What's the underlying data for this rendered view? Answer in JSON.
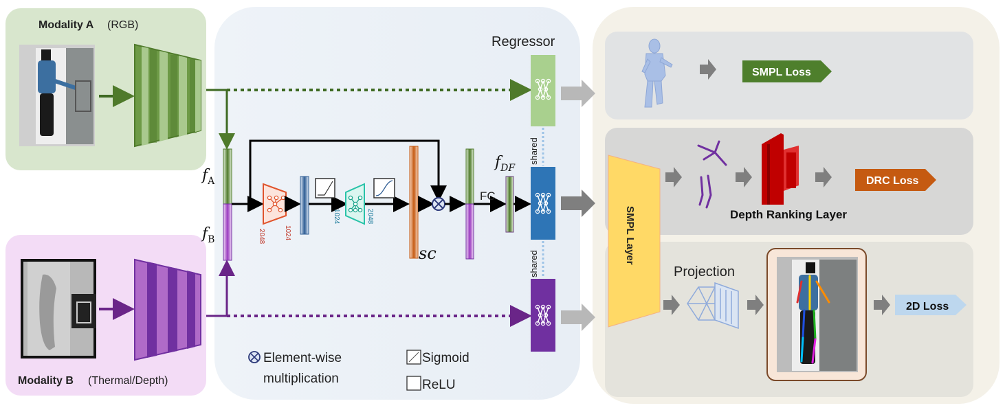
{
  "modality_a": {
    "title": "Modality A",
    "suffix": "(RGB)"
  },
  "modality_b": {
    "title": "Modality B",
    "suffix": "(Thermal/Depth)"
  },
  "features": {
    "f_a": "f",
    "f_a_sub": "A",
    "f_b": "f",
    "f_b_sub": "B",
    "f_df": "f",
    "f_df_sub": "DF",
    "sc": "sc"
  },
  "dims": {
    "mlp1_in": "2048",
    "mlp1_out": "1024",
    "mlp2_in": "1024",
    "mlp2_out": "2048"
  },
  "fc_label": "FC",
  "regressor": {
    "title": "Regressor",
    "shared_label": "shared"
  },
  "legend": {
    "elementwise_line1": "Element-wise",
    "elementwise_line2": "multiplication",
    "sigmoid": "Sigmoid",
    "relu": "ReLU"
  },
  "right_panel": {
    "smpl_loss": "SMPL Loss",
    "drc_loss": "DRC Loss",
    "depth_ranking_layer": "Depth Ranking Layer",
    "smpl_layer": "SMPL Layer",
    "projection": "Projection",
    "loss_2d": "2D Loss"
  },
  "colors": {
    "modality_a": "#5a8a3a",
    "modality_b": "#7b2d99",
    "regressor_top": "#a8d08d",
    "regressor_mid": "#2e75b6",
    "regressor_bot": "#7030a0",
    "smpl_loss": "#4e7f2c",
    "drc_loss": "#c55a11",
    "loss_2d": "#bdd7ee",
    "smpl_layer": "#ffd966",
    "depth_block": "#c00000"
  }
}
